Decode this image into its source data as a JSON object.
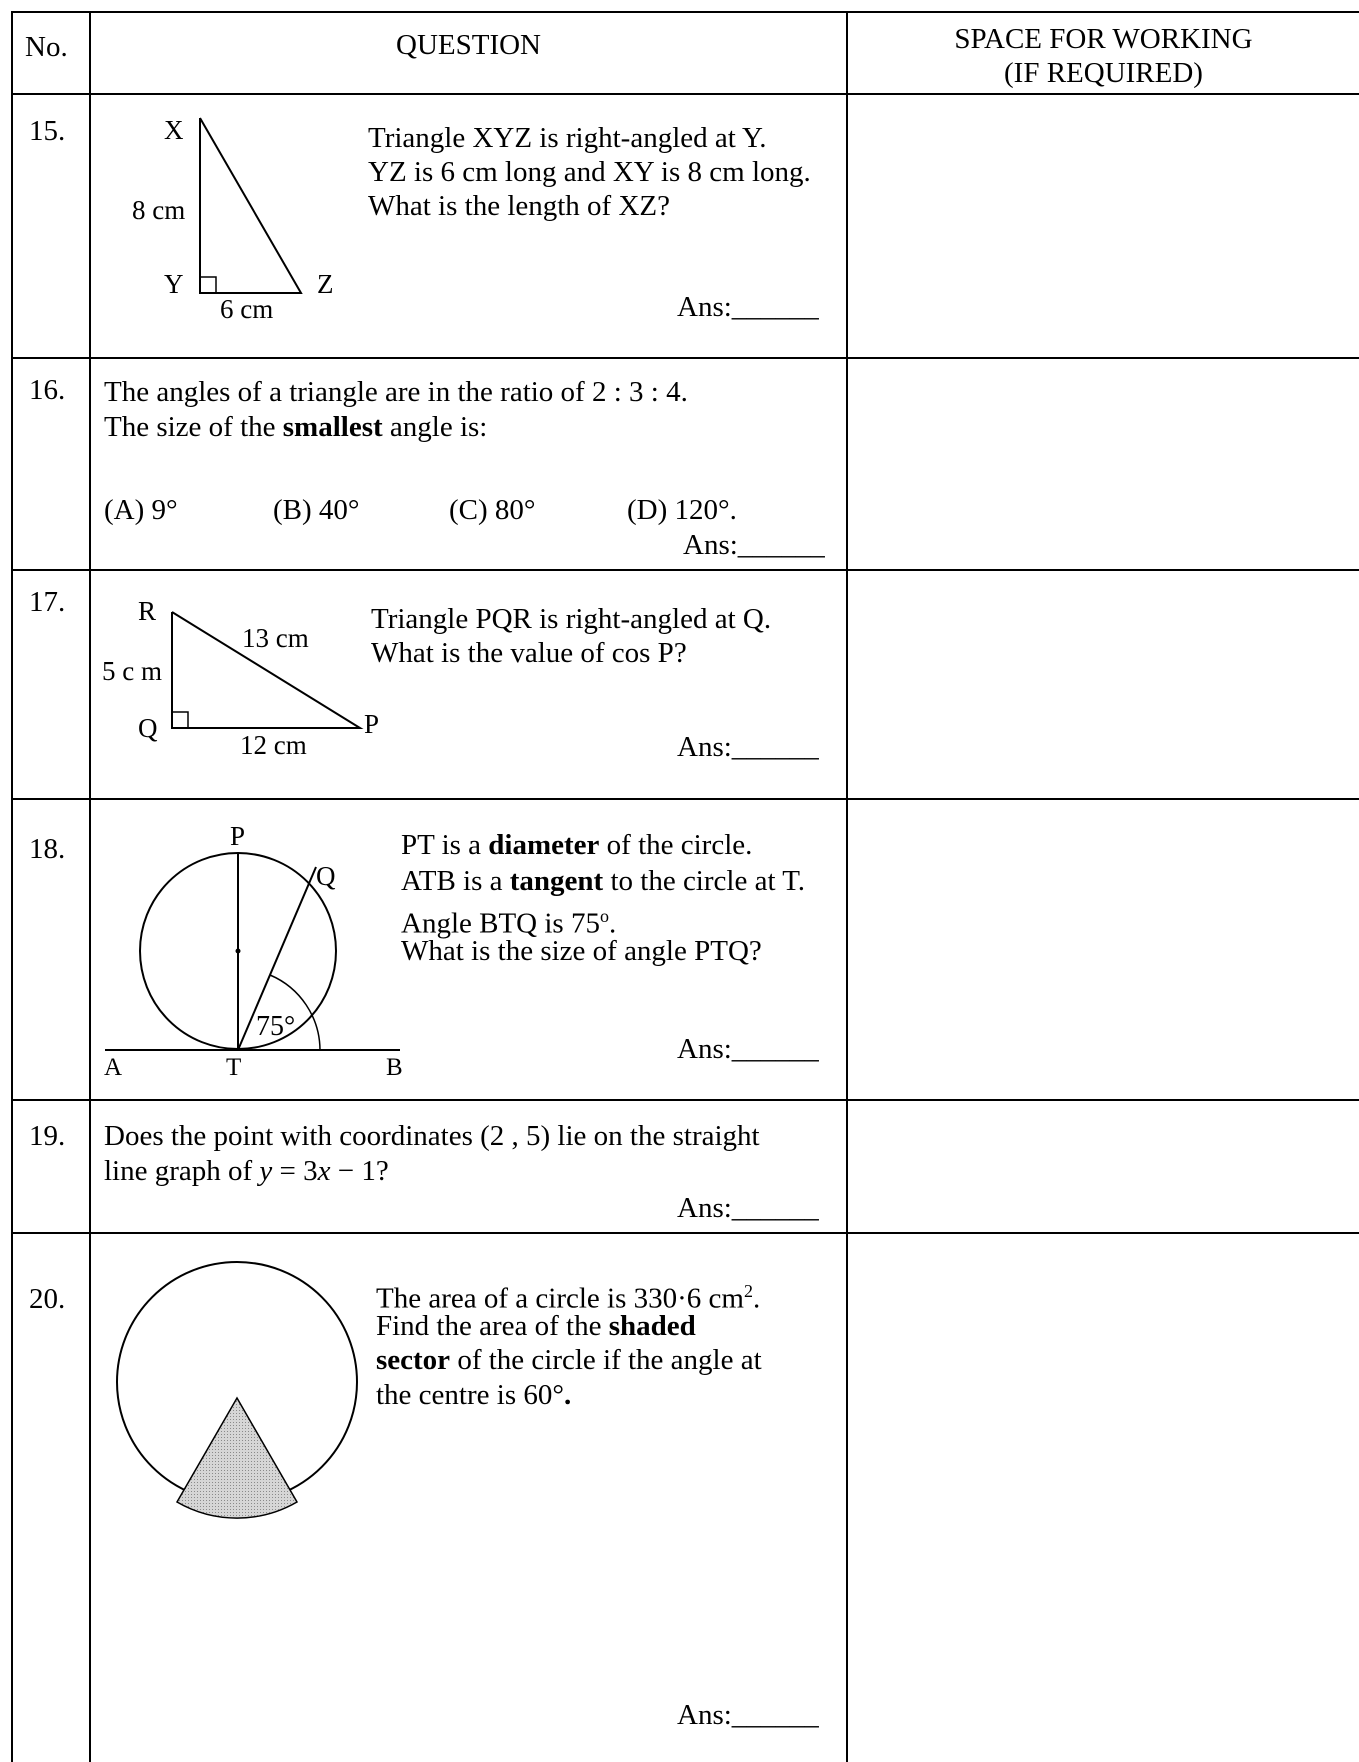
{
  "header": {
    "no": "No.",
    "question": "QUESTION",
    "working_line1": "SPACE FOR WORKING",
    "working_line2": "(IF REQUIRED)"
  },
  "answer_label": "Ans:",
  "q15": {
    "number": "15.",
    "lines": [
      "Triangle XYZ is right-angled at Y.",
      "YZ is 6 cm long and XY is 8 cm long.",
      "What is the length of XZ?"
    ],
    "labels": {
      "x": "X",
      "y": "Y",
      "z": "Z",
      "side_xy": "8 cm",
      "side_yz": "6 cm"
    }
  },
  "q16": {
    "number": "16.",
    "line1": "The angles of a triangle are in the ratio of 2 : 3 : 4.",
    "line2_pre": "The size of the ",
    "line2_bold": "smallest",
    "line2_post": " angle is:",
    "options": [
      "(A)  9°",
      "(B)  40°",
      "(C)  80°",
      "(D)   120°."
    ]
  },
  "q17": {
    "number": "17.",
    "lines": [
      "Triangle PQR is right-angled at Q.",
      "What is the value of cos P?"
    ],
    "labels": {
      "r": "R",
      "q": "Q",
      "p": "P",
      "side_rq": "5 c m",
      "side_rp": "13 cm",
      "side_qp": "12 cm"
    }
  },
  "q18": {
    "number": "18.",
    "l1_pre": "PT is a ",
    "l1_bold": "diameter",
    "l1_post": " of the circle.",
    "l2_pre": "ATB is a ",
    "l2_bold": "tangent",
    "l2_post": " to the circle at T.",
    "l3_pre": "Angle BTQ is 75",
    "l3_sup": "o",
    "l3_post": ".",
    "l4": "What is the size of angle PTQ?",
    "labels": {
      "p": "P",
      "q": "Q",
      "a": "A",
      "t": "T",
      "b": "B",
      "angle": "75°"
    }
  },
  "q19": {
    "number": "19.",
    "line1": "Does the point with coordinates (2 , 5) lie on the straight",
    "line2_pre": "line graph of ",
    "line2_y": "y",
    "line2_mid": " = 3",
    "line2_x": "x",
    "line2_post": " − 1?"
  },
  "q20": {
    "number": "20.",
    "l1_pre": "The area of a circle is 330·6 cm",
    "l1_sup": "2",
    "l1_post": ".",
    "l2_pre": "Find the area of the ",
    "l2_bold": "shaded",
    "l3_bold": "sector",
    "l3_post": " of the circle if the angle at",
    "l4_pre": "the centre is 60°",
    "l4_bold": "."
  },
  "colors": {
    "border": "#000000",
    "shading": "#c8c8c8",
    "paper": "#ffffff"
  }
}
